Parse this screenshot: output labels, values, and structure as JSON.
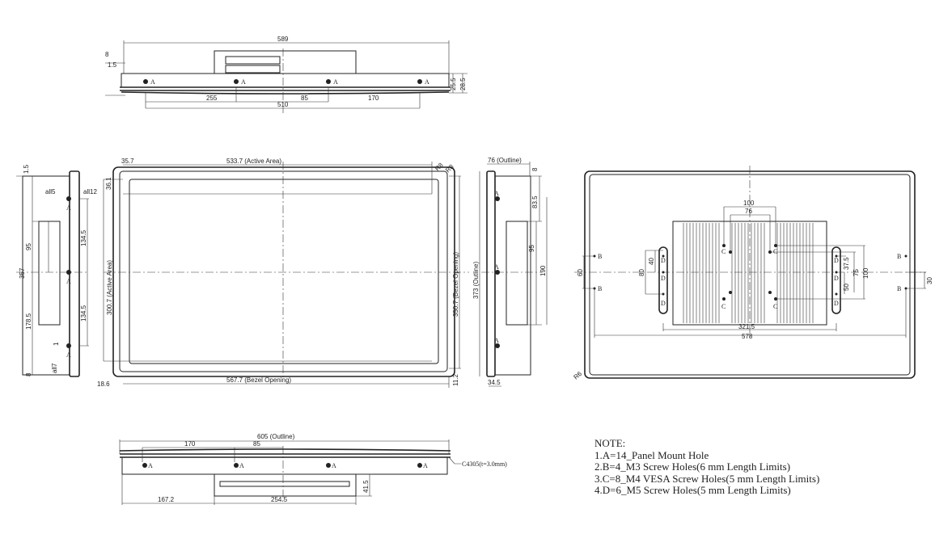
{
  "top_view": {
    "width": "589",
    "d8": "8",
    "d1_5": "1.5",
    "d25_5": "25.5",
    "d28_5": "28.5",
    "d255": "255",
    "d85": "85",
    "d170": "170",
    "d510": "510",
    "hole": "A"
  },
  "front_view": {
    "active_w": "533.7 (Active Area)",
    "active_h": "300.7 (Active Area)",
    "bezel_w": "567.7 (Bezel Opening)",
    "bezel_h": "350.7 (Bezel Opening)",
    "d35_7": "35.7",
    "d36_1": "36.1",
    "d18_6": "18.6",
    "d11_2": "11.2",
    "r1": "R8",
    "r2": "R8"
  },
  "left_view": {
    "d1_5": "1.5",
    "all5": "all5",
    "all12": "all12",
    "all7": "all7",
    "d95": "95",
    "d357": "357",
    "d178_5": "178.5",
    "d134_5a": "134.5",
    "d134_5b": "134.5",
    "d8": "8",
    "d1": "1",
    "hole": "A"
  },
  "right_view": {
    "outline_w": "76 (Outline)",
    "outline_h": "373 (Outline)",
    "d8": "8",
    "d83_5": "83.5",
    "d95": "95",
    "d190": "190",
    "d34_5": "34.5",
    "hole": "A"
  },
  "rear_view": {
    "d100": "100",
    "d76": "76",
    "d60": "60",
    "d80": "80",
    "d40": "40",
    "d37_5": "37.5",
    "d75": "75",
    "d100b": "100",
    "d50": "50",
    "d30": "30",
    "d321_5": "321.5",
    "d578": "578",
    "r6": "R6",
    "B": "B",
    "C": "C",
    "D": "D"
  },
  "bottom_view": {
    "outline": "605 (Outline)",
    "d170": "170",
    "d85": "85",
    "d167_2": "167.2",
    "d254_5": "254.5",
    "d41_5": "41.5",
    "chamfer": "C4305(t=3.0mm)",
    "hole": "A"
  },
  "notes": {
    "title": "NOTE:",
    "items": [
      "1.A=14_Panel Mount Hole",
      "2.B=4_M3 Screw Holes(6 mm Length Limits)",
      "3.C=8_M4 VESA Screw Holes(5 mm Length Limits)",
      "4.D=6_M5 Screw Holes(5 mm Length Limits)"
    ]
  }
}
